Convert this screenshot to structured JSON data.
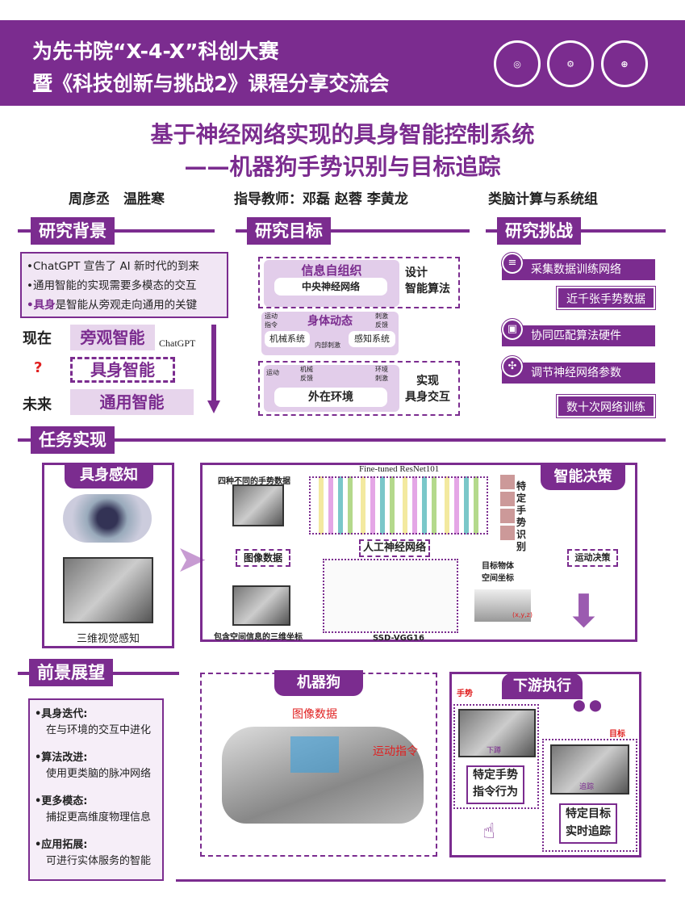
{
  "header": {
    "line1": "为先书院“X-4-X”科创大赛",
    "line2": "暨《科技创新与挑战2》课程分享交流会",
    "logos": [
      "university-seal",
      "college-logo-1",
      "college-logo-2"
    ]
  },
  "title": {
    "line1": "基于神经网络实现的具身智能控制系统",
    "line2": "——机器狗手势识别与目标追踪"
  },
  "authors": {
    "students": "周彦丞　温胜寒",
    "advisors": "指导教师：邓磊 赵蓉 李黄龙",
    "group": "类脑计算与系统组"
  },
  "background": {
    "heading": "研究背景",
    "bullets": [
      "•ChatGPT 宣告了 AI 新时代的到来",
      "•通用智能的实现需要多模态的交互"
    ],
    "b3_em": "•具身",
    "b3_rest": "是智能从旁观走向通用的关键",
    "now": "现在",
    "now_level": "旁观智能",
    "chatgpt": "ChatGPT",
    "q": "?",
    "mid_level": "具身智能",
    "future": "未来",
    "future_level": "通用智能"
  },
  "goal": {
    "heading": "研究目标",
    "info": "信息自组织",
    "cns": "中央神经网络",
    "design": "设计\n智能算法",
    "body": "身体动态",
    "cmd": "运动\n指令",
    "stim_fb": "刺激\n反馈",
    "mech": "机械系统",
    "sense": "感知系统",
    "internal": "内部刺激",
    "motion": "运动",
    "mech_fb": "机械\n反馈",
    "env_stim": "环境\n刺激",
    "env": "外在环境",
    "realize": "实现\n具身交互"
  },
  "challenge": {
    "heading": "研究挑战",
    "items": [
      "采集数据训练网络",
      "协同匹配算法硬件",
      "调节神经网络参数"
    ],
    "subs": [
      "近千张手势数据",
      "数十次网络训练"
    ]
  },
  "task": {
    "heading": "任务实现",
    "perception": "具身感知",
    "vision": "三维视觉感知",
    "gesture_data": "四种不同的手势数据",
    "resnet": "Fine-tuned ResNet101",
    "ann": "人工神经网络",
    "image_data": "图像数据",
    "coords3d": "包含空间信息的三维坐标",
    "ssd": "SSD-VGG16",
    "target_coord": "目标物体\n空间坐标",
    "xyz": "(x,y,z)",
    "gesture_rec": "特定手势识别",
    "decision": "智能决策",
    "motion_decision": "运动决策"
  },
  "prospect": {
    "heading": "前景展望",
    "items": [
      {
        "t": "•具身迭代:",
        "d": "在与环境的交互中进化"
      },
      {
        "t": "•算法改进:",
        "d": "使用更类脑的脉冲网络"
      },
      {
        "t": "•更多模态:",
        "d": "捕捉更高维度物理信息"
      },
      {
        "t": "•应用拓展:",
        "d": "可进行实体服务的智能"
      }
    ]
  },
  "robot": {
    "heading": "机器狗",
    "image_data": "图像数据",
    "motion_cmd": "运动指令"
  },
  "downstream": {
    "heading": "下游执行",
    "gesture": "手势",
    "down": "下蹲",
    "gesture_cmd": "特定手势\n指令行为",
    "target": "目标",
    "track": "追踪",
    "target_track": "特定目标\n实时追踪"
  },
  "colors": {
    "accent": "#7b2c8f",
    "red": "#e02020"
  }
}
